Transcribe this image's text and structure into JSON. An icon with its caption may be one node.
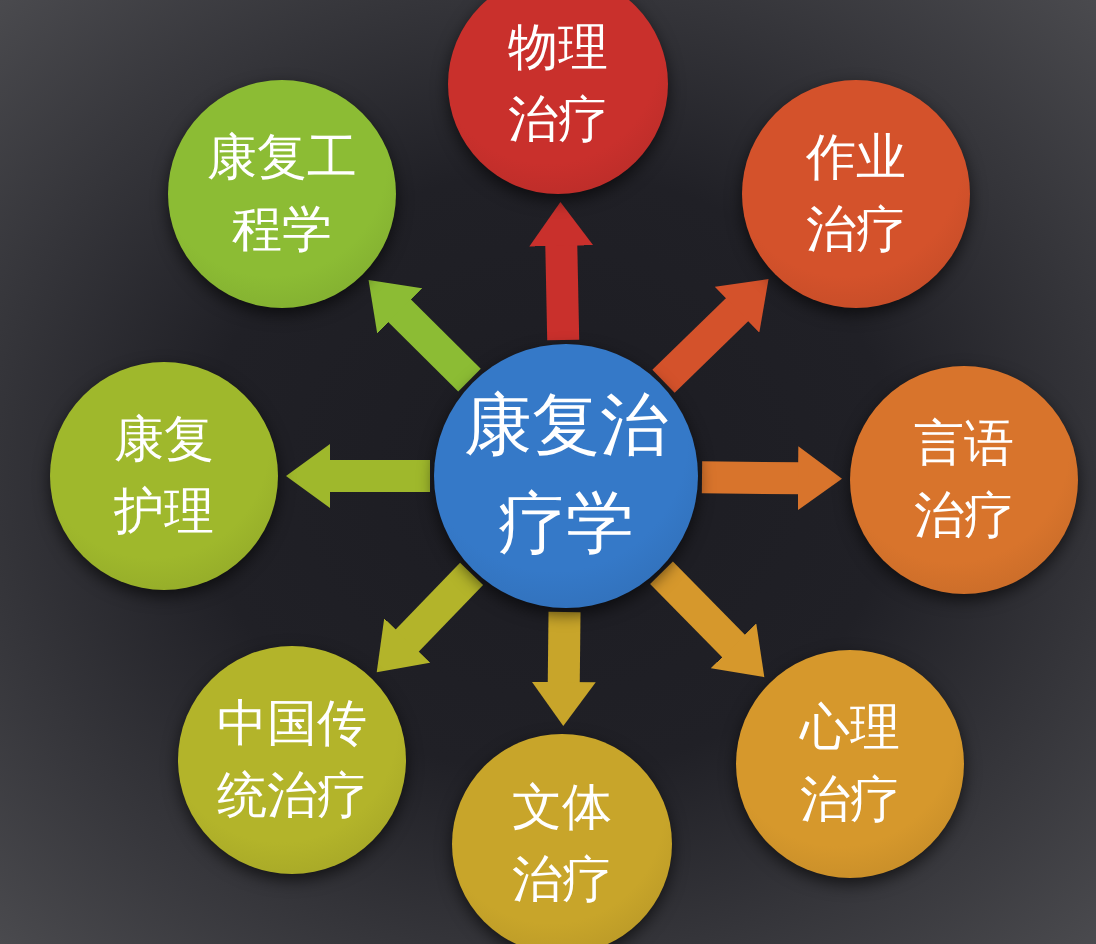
{
  "diagram": {
    "nodes": [
      {
        "text": [
          "康复治疗学"
        ]
      },
      {
        "text": [
          "物理治疗"
        ]
      },
      {
        "text": [
          "作业治疗"
        ]
      },
      {
        "text": [
          "言语治疗"
        ]
      },
      {
        "text": [
          "心理治疗"
        ]
      },
      {
        "text": [
          "文体治疗"
        ]
      },
      {
        "text": [
          "中国传统治疗"
        ]
      },
      {
        "text": [
          "康复护理"
        ]
      },
      {
        "text": [
          "康复工程学"
        ]
      }
    ],
    "edges": [
      {
        "from": 0,
        "to": 1,
        "arrow": "to",
        "color": "#c9302c"
      },
      {
        "from": 0,
        "to": 2,
        "arrow": "to",
        "color": "#d4522b"
      },
      {
        "from": 0,
        "to": 3,
        "arrow": "to",
        "color": "#d8742c"
      },
      {
        "from": 0,
        "to": 4,
        "arrow": "to",
        "color": "#d6982c"
      },
      {
        "from": 0,
        "to": 5,
        "arrow": "to",
        "color": "#c8a52a"
      },
      {
        "from": 0,
        "to": 6,
        "arrow": "to",
        "color": "#b3b42a"
      },
      {
        "from": 0,
        "to": 7,
        "arrow": "to",
        "color": "#9fb82c"
      },
      {
        "from": 0,
        "to": 8,
        "arrow": "to",
        "color": "#8cbc34"
      }
    ]
  }
}
